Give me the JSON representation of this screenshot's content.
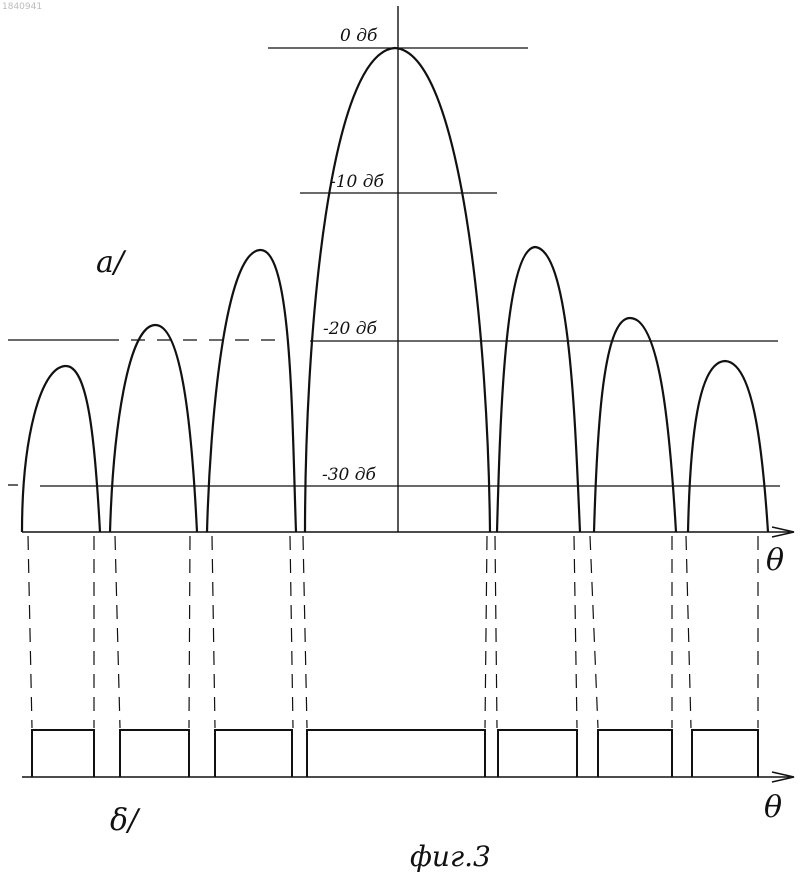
{
  "watermark": "1840941",
  "levels": {
    "l0": "0 дб",
    "l10": "-10 дб",
    "l20": "-20 дб",
    "l30": "-30 дб"
  },
  "axis_label": "θ",
  "axis_label_b": "θ",
  "panel_a": "а/",
  "panel_b": "δ/",
  "caption": "фиг.3"
}
